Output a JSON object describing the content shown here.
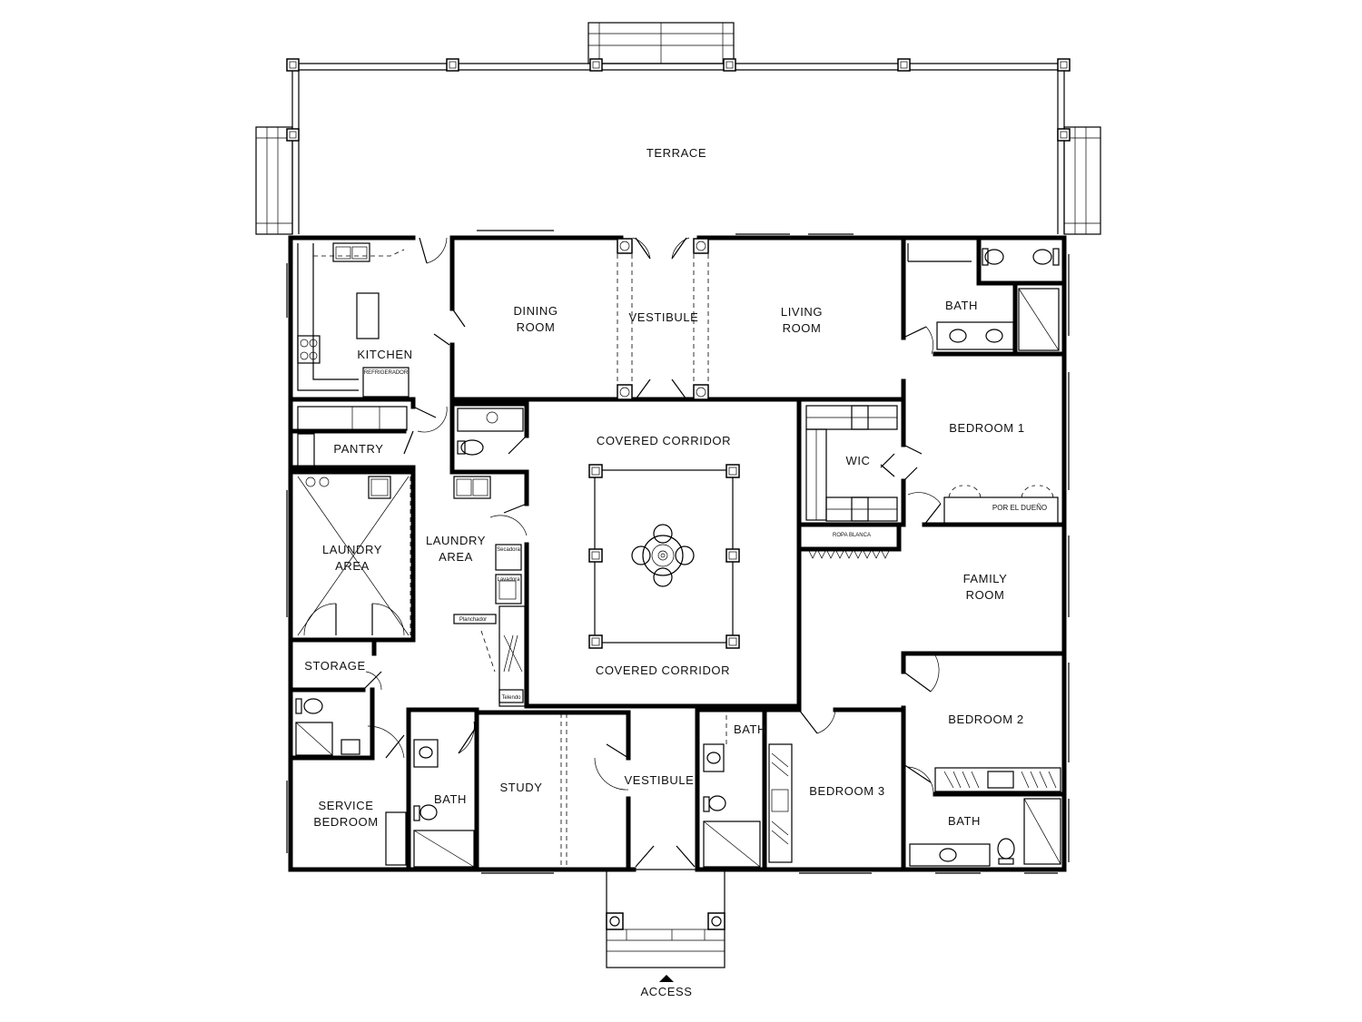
{
  "rooms": {
    "terrace": "TERRACE",
    "dining": [
      "DINING",
      "ROOM"
    ],
    "vestibule_top": "VESTIBULE",
    "living": [
      "LIVING",
      "ROOM"
    ],
    "bath_master": "BATH",
    "kitchen": "KITCHEN",
    "refrigerador": "REFRIGERADOR",
    "covered_corridor_top": "COVERED CORRIDOR",
    "bedroom1": "BEDROOM 1",
    "pantry": "PANTRY",
    "wic": "WIC",
    "por_el_dueno": "POR EL DUEÑO",
    "ropa_blanca": "ROPA BLANCA",
    "laundry_area_left": [
      "LAUNDRY",
      "AREA"
    ],
    "laundry_area_mid": [
      "LAUNDRY",
      "AREA"
    ],
    "secadora": "Secadora",
    "lavadora": "Lavadora",
    "planchador": "Planchador",
    "telendo": "Telendo",
    "family_room": [
      "FAMILY",
      "ROOM"
    ],
    "covered_corridor_bottom": "COVERED CORRIDOR",
    "storage": "STORAGE",
    "bedroom2": "BEDROOM 2",
    "bath_b3": "BATH",
    "bath_study": "BATH",
    "study": "STUDY",
    "vestibule_bottom": "VESTIBULE",
    "bedroom3": "BEDROOM 3",
    "service_bedroom": [
      "SERVICE",
      "BEDROOM"
    ],
    "bath_b2": "BATH",
    "access": "ACCESS"
  }
}
